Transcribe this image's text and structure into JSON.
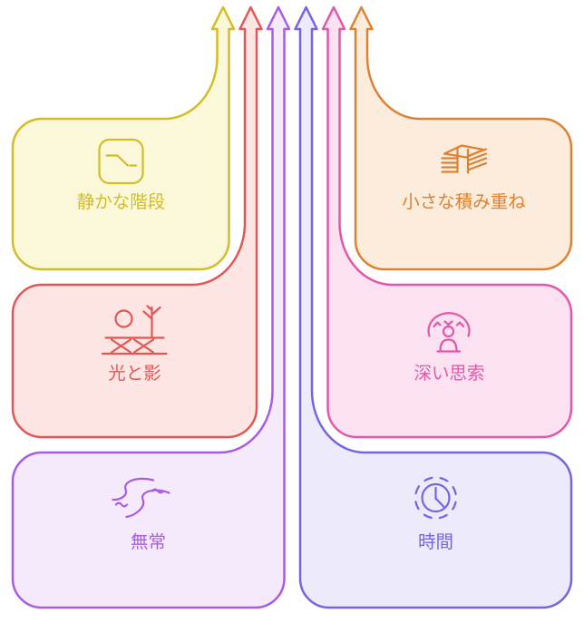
{
  "diagram": {
    "type": "converging-flow",
    "background_color": "#ffffff",
    "arrows": {
      "count": 6,
      "direction": "up",
      "order_left_to_right": [
        "quiet-stairs",
        "light-and-shadow",
        "impermanence",
        "time",
        "deep-contemplation",
        "small-accumulation"
      ]
    },
    "nodes": [
      {
        "id": "quiet-stairs",
        "label": "静かな階段",
        "icon": "stairs-descending-icon",
        "color": "#d2bd24",
        "fill": "#fbf8da",
        "column": "left",
        "row": 1
      },
      {
        "id": "small-accumulation",
        "label": "小さな積み重ね",
        "icon": "stacked-layers-icon",
        "color": "#dd8133",
        "fill": "#fcecdb",
        "column": "right",
        "row": 1
      },
      {
        "id": "light-and-shadow",
        "label": "光と影",
        "icon": "sun-and-tree-icon",
        "color": "#e25756",
        "fill": "#fce5e3",
        "column": "left",
        "row": 2
      },
      {
        "id": "deep-contemplation",
        "label": "深い思索",
        "icon": "meditating-person-icon",
        "color": "#e158aa",
        "fill": "#fce1f0",
        "column": "right",
        "row": 2
      },
      {
        "id": "impermanence",
        "label": "無常",
        "icon": "winding-river-icon",
        "color": "#a95ce2",
        "fill": "#f5eafc",
        "column": "left",
        "row": 3
      },
      {
        "id": "time",
        "label": "時間",
        "icon": "clock-icon",
        "color": "#7366e0",
        "fill": "#edebfb",
        "column": "right",
        "row": 3
      }
    ]
  }
}
